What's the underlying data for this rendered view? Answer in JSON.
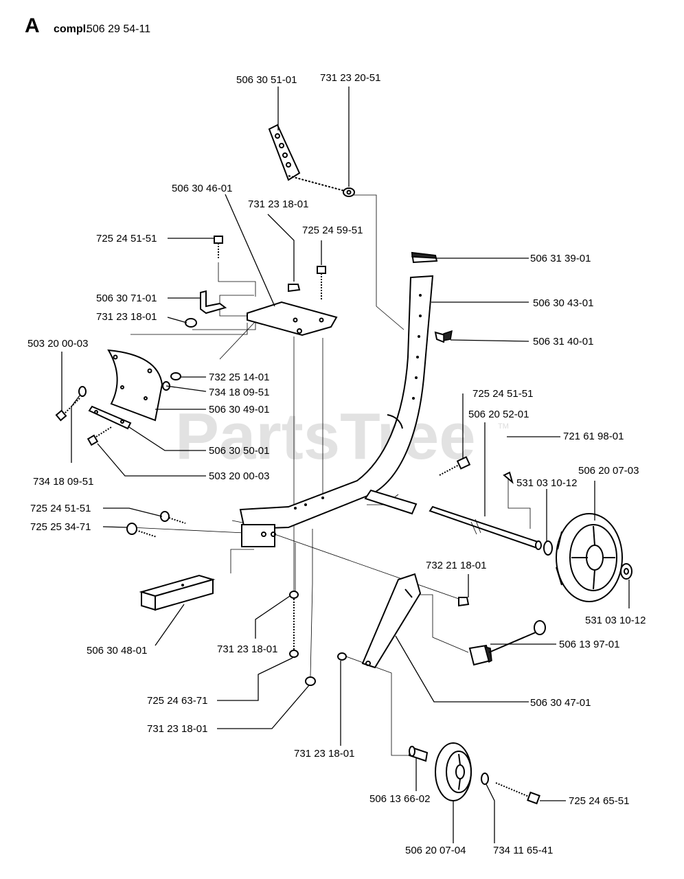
{
  "header": {
    "section_letter": "A",
    "assembly_prefix": "compl.",
    "assembly_number": "506 29 54-11"
  },
  "watermark": {
    "text": "PartsTree",
    "trademark": "TM"
  },
  "labels": [
    {
      "id": "l01",
      "text": "506 30 51-01"
    },
    {
      "id": "l02",
      "text": "731 23 20-51"
    },
    {
      "id": "l03",
      "text": "506 30 46-01"
    },
    {
      "id": "l04",
      "text": "731 23 18-01"
    },
    {
      "id": "l05",
      "text": "725 24 59-51"
    },
    {
      "id": "l06",
      "text": "725 24 51-51"
    },
    {
      "id": "l07",
      "text": "506 31 39-01"
    },
    {
      "id": "l08",
      "text": "506 30 71-01"
    },
    {
      "id": "l09",
      "text": "506 30 43-01"
    },
    {
      "id": "l10",
      "text": "731 23 18-01"
    },
    {
      "id": "l11",
      "text": "506 31 40-01"
    },
    {
      "id": "l12",
      "text": "503 20 00-03"
    },
    {
      "id": "l13",
      "text": "732 25 14-01"
    },
    {
      "id": "l14",
      "text": "734 18 09-51"
    },
    {
      "id": "l15",
      "text": "725 24 51-51"
    },
    {
      "id": "l16",
      "text": "506 30 49-01"
    },
    {
      "id": "l17",
      "text": "506 20 52-01"
    },
    {
      "id": "l18",
      "text": "721 61 98-01"
    },
    {
      "id": "l19",
      "text": "506 30 50-01"
    },
    {
      "id": "l20",
      "text": "506 20 07-03"
    },
    {
      "id": "l21",
      "text": "734 18 09-51"
    },
    {
      "id": "l22",
      "text": "503 20 00-03"
    },
    {
      "id": "l23",
      "text": "531 03 10-12"
    },
    {
      "id": "l24",
      "text": "725 24 51-51"
    },
    {
      "id": "l25",
      "text": "725 25 34-71"
    },
    {
      "id": "l26",
      "text": "732 21 18-01"
    },
    {
      "id": "l27",
      "text": "531 03 10-12"
    },
    {
      "id": "l28",
      "text": "506 30 48-01"
    },
    {
      "id": "l29",
      "text": "731 23 18-01"
    },
    {
      "id": "l30",
      "text": "506 13 97-01"
    },
    {
      "id": "l31",
      "text": "725 24 63-71"
    },
    {
      "id": "l32",
      "text": "506 30 47-01"
    },
    {
      "id": "l33",
      "text": "731 23 18-01"
    },
    {
      "id": "l34",
      "text": "731 23 18-01"
    },
    {
      "id": "l35",
      "text": "725 24 65-51"
    },
    {
      "id": "l36",
      "text": "506 13 66-02"
    },
    {
      "id": "l37",
      "text": "506 20 07-04"
    },
    {
      "id": "l38",
      "text": "734 11 65-41"
    }
  ]
}
